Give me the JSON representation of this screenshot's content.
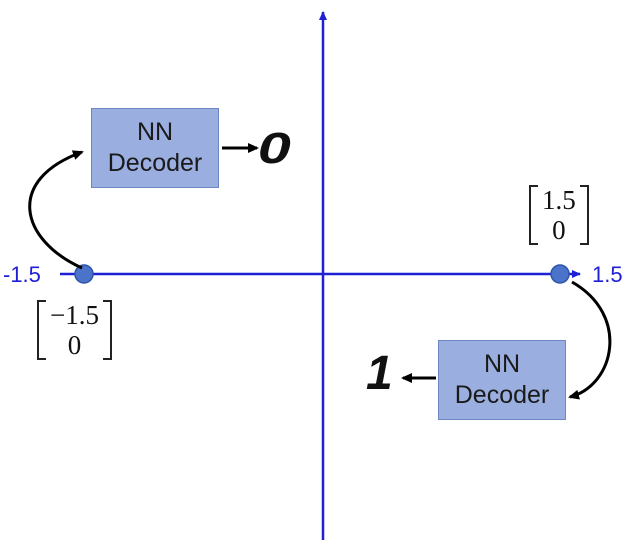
{
  "axis": {
    "x_min_label": "-1.5",
    "x_max_label": "1.5",
    "color": "#1f1fd6"
  },
  "points": [
    {
      "vector": [
        "−1.5",
        "0"
      ],
      "color": "#4a73c9"
    },
    {
      "vector": [
        "1.5",
        "0"
      ],
      "color": "#4a73c9"
    }
  ],
  "decoders": [
    {
      "line1": "NN",
      "line2": "Decoder",
      "output": "0"
    },
    {
      "line1": "NN",
      "line2": "Decoder",
      "output": "1"
    }
  ]
}
